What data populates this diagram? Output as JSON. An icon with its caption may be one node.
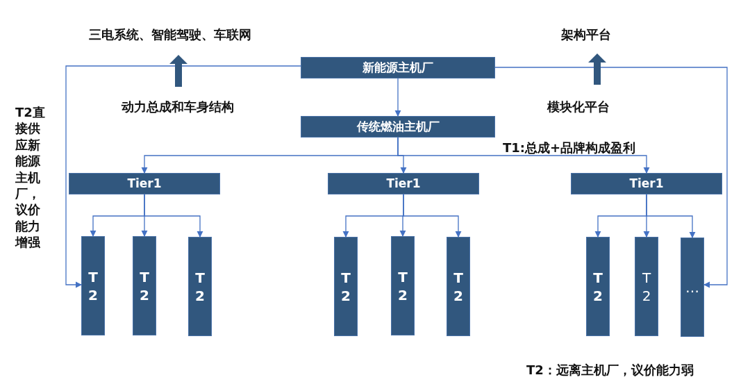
{
  "diagram": {
    "nodes": [
      {
        "text": [
          "新能源主机厂"
        ]
      },
      {
        "text": [
          "传统燃油主机厂"
        ]
      },
      {
        "text": [
          "Tier1"
        ]
      },
      {
        "text": [
          "Tier1"
        ]
      },
      {
        "text": [
          "Tier1"
        ]
      },
      {
        "text": [
          "T2"
        ]
      },
      {
        "text": [
          "T2"
        ]
      },
      {
        "text": [
          "T2"
        ]
      },
      {
        "text": [
          "T2"
        ]
      },
      {
        "text": [
          "T2"
        ]
      },
      {
        "text": [
          "T2"
        ]
      },
      {
        "text": [
          "T2"
        ]
      },
      {
        "text": [
          "T2"
        ]
      },
      {
        "text": [
          "…"
        ]
      }
    ],
    "edges": [
      {
        "from": 0,
        "to": 1,
        "arrow": "to"
      },
      {
        "from": 1,
        "to": 2,
        "arrow": "to"
      },
      {
        "from": 1,
        "to": 3,
        "arrow": "to"
      },
      {
        "from": 1,
        "to": 4,
        "arrow": "to"
      },
      {
        "from": 2,
        "to": 5,
        "arrow": "to"
      },
      {
        "from": 2,
        "to": 6,
        "arrow": "to"
      },
      {
        "from": 2,
        "to": 7,
        "arrow": "to"
      },
      {
        "from": 3,
        "to": 8,
        "arrow": "to"
      },
      {
        "from": 3,
        "to": 9,
        "arrow": "to"
      },
      {
        "from": 3,
        "to": 10,
        "arrow": "to"
      },
      {
        "from": 4,
        "to": 11,
        "arrow": "to"
      },
      {
        "from": 4,
        "to": 12,
        "arrow": "to"
      },
      {
        "from": 4,
        "to": 13,
        "arrow": "to"
      },
      {
        "from": 0,
        "to": 5,
        "arrow": "to"
      },
      {
        "from": 0,
        "to": 13,
        "arrow": "to"
      }
    ],
    "labels": [
      "三电系统、智能驾驶、车联网",
      "架构平台",
      "动力总成和车身结构",
      "模块化平台",
      "T2直接供应新能源主机厂，议价能力增强",
      "T1:总成+品牌构成盈利",
      "T2：远离主机厂，议价能力弱"
    ]
  }
}
